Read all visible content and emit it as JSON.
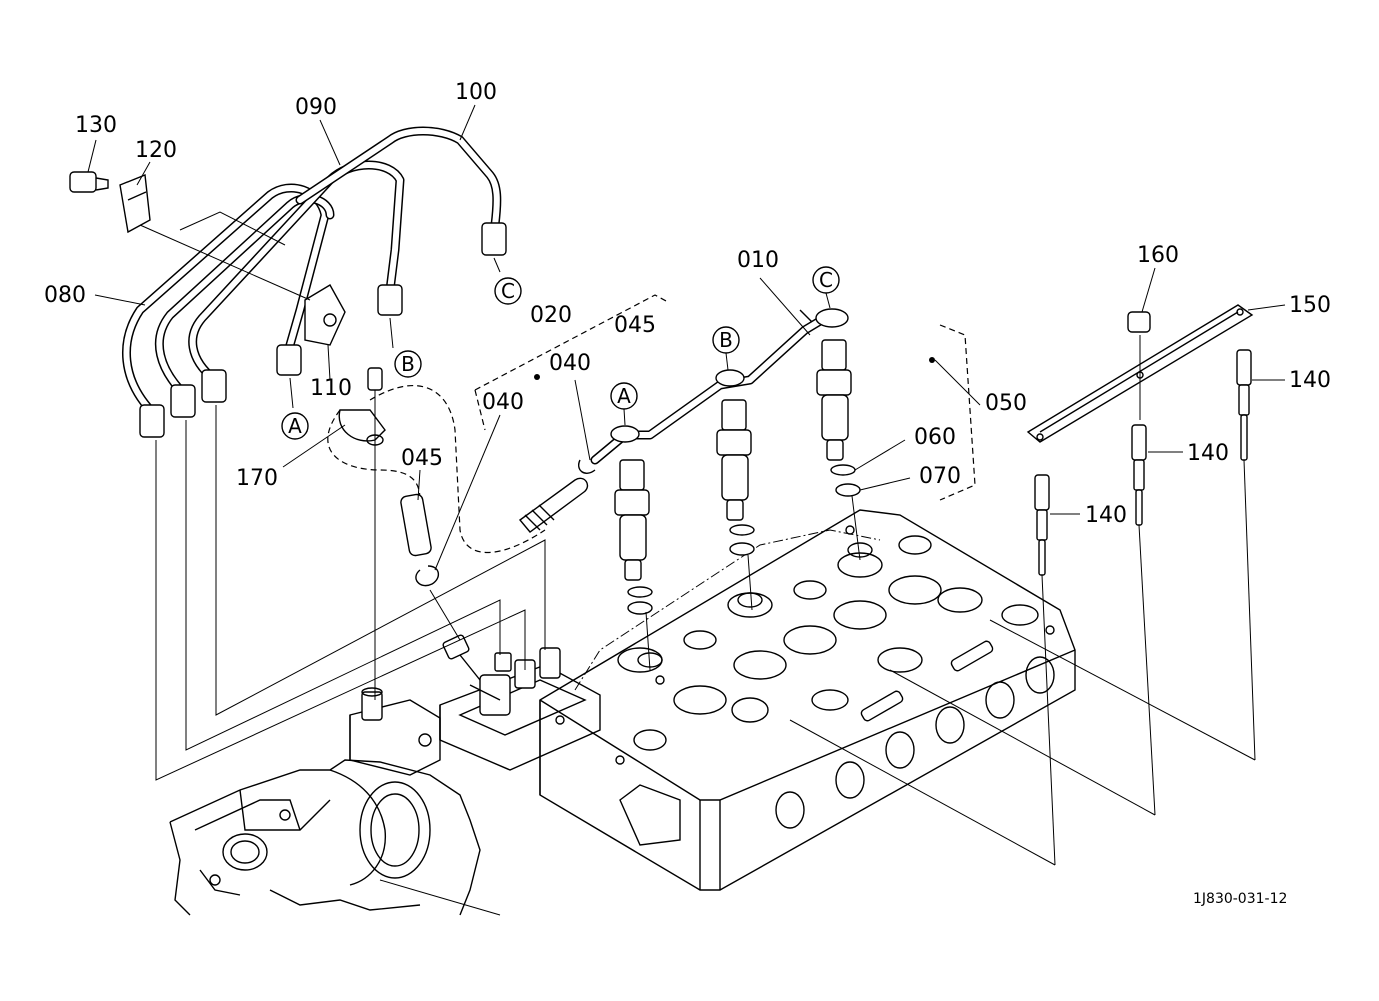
{
  "diagram_code": "1J830-031-12",
  "part_labels": [
    {
      "id": "130",
      "text": "130"
    },
    {
      "id": "120",
      "text": "120"
    },
    {
      "id": "090",
      "text": "090"
    },
    {
      "id": "100",
      "text": "100"
    },
    {
      "id": "080",
      "text": "080"
    },
    {
      "id": "110",
      "text": "110"
    },
    {
      "id": "170",
      "text": "170"
    },
    {
      "id": "045a",
      "text": "045"
    },
    {
      "id": "040a",
      "text": "040"
    },
    {
      "id": "020",
      "text": "020"
    },
    {
      "id": "045b",
      "text": "045"
    },
    {
      "id": "040b",
      "text": "040"
    },
    {
      "id": "010",
      "text": "010"
    },
    {
      "id": "050",
      "text": "050"
    },
    {
      "id": "060",
      "text": "060"
    },
    {
      "id": "070",
      "text": "070"
    },
    {
      "id": "160",
      "text": "160"
    },
    {
      "id": "150",
      "text": "150"
    },
    {
      "id": "140a",
      "text": "140"
    },
    {
      "id": "140b",
      "text": "140"
    },
    {
      "id": "140c",
      "text": "140"
    }
  ],
  "connection_markers": {
    "a": "A",
    "b": "B",
    "c": "C"
  }
}
